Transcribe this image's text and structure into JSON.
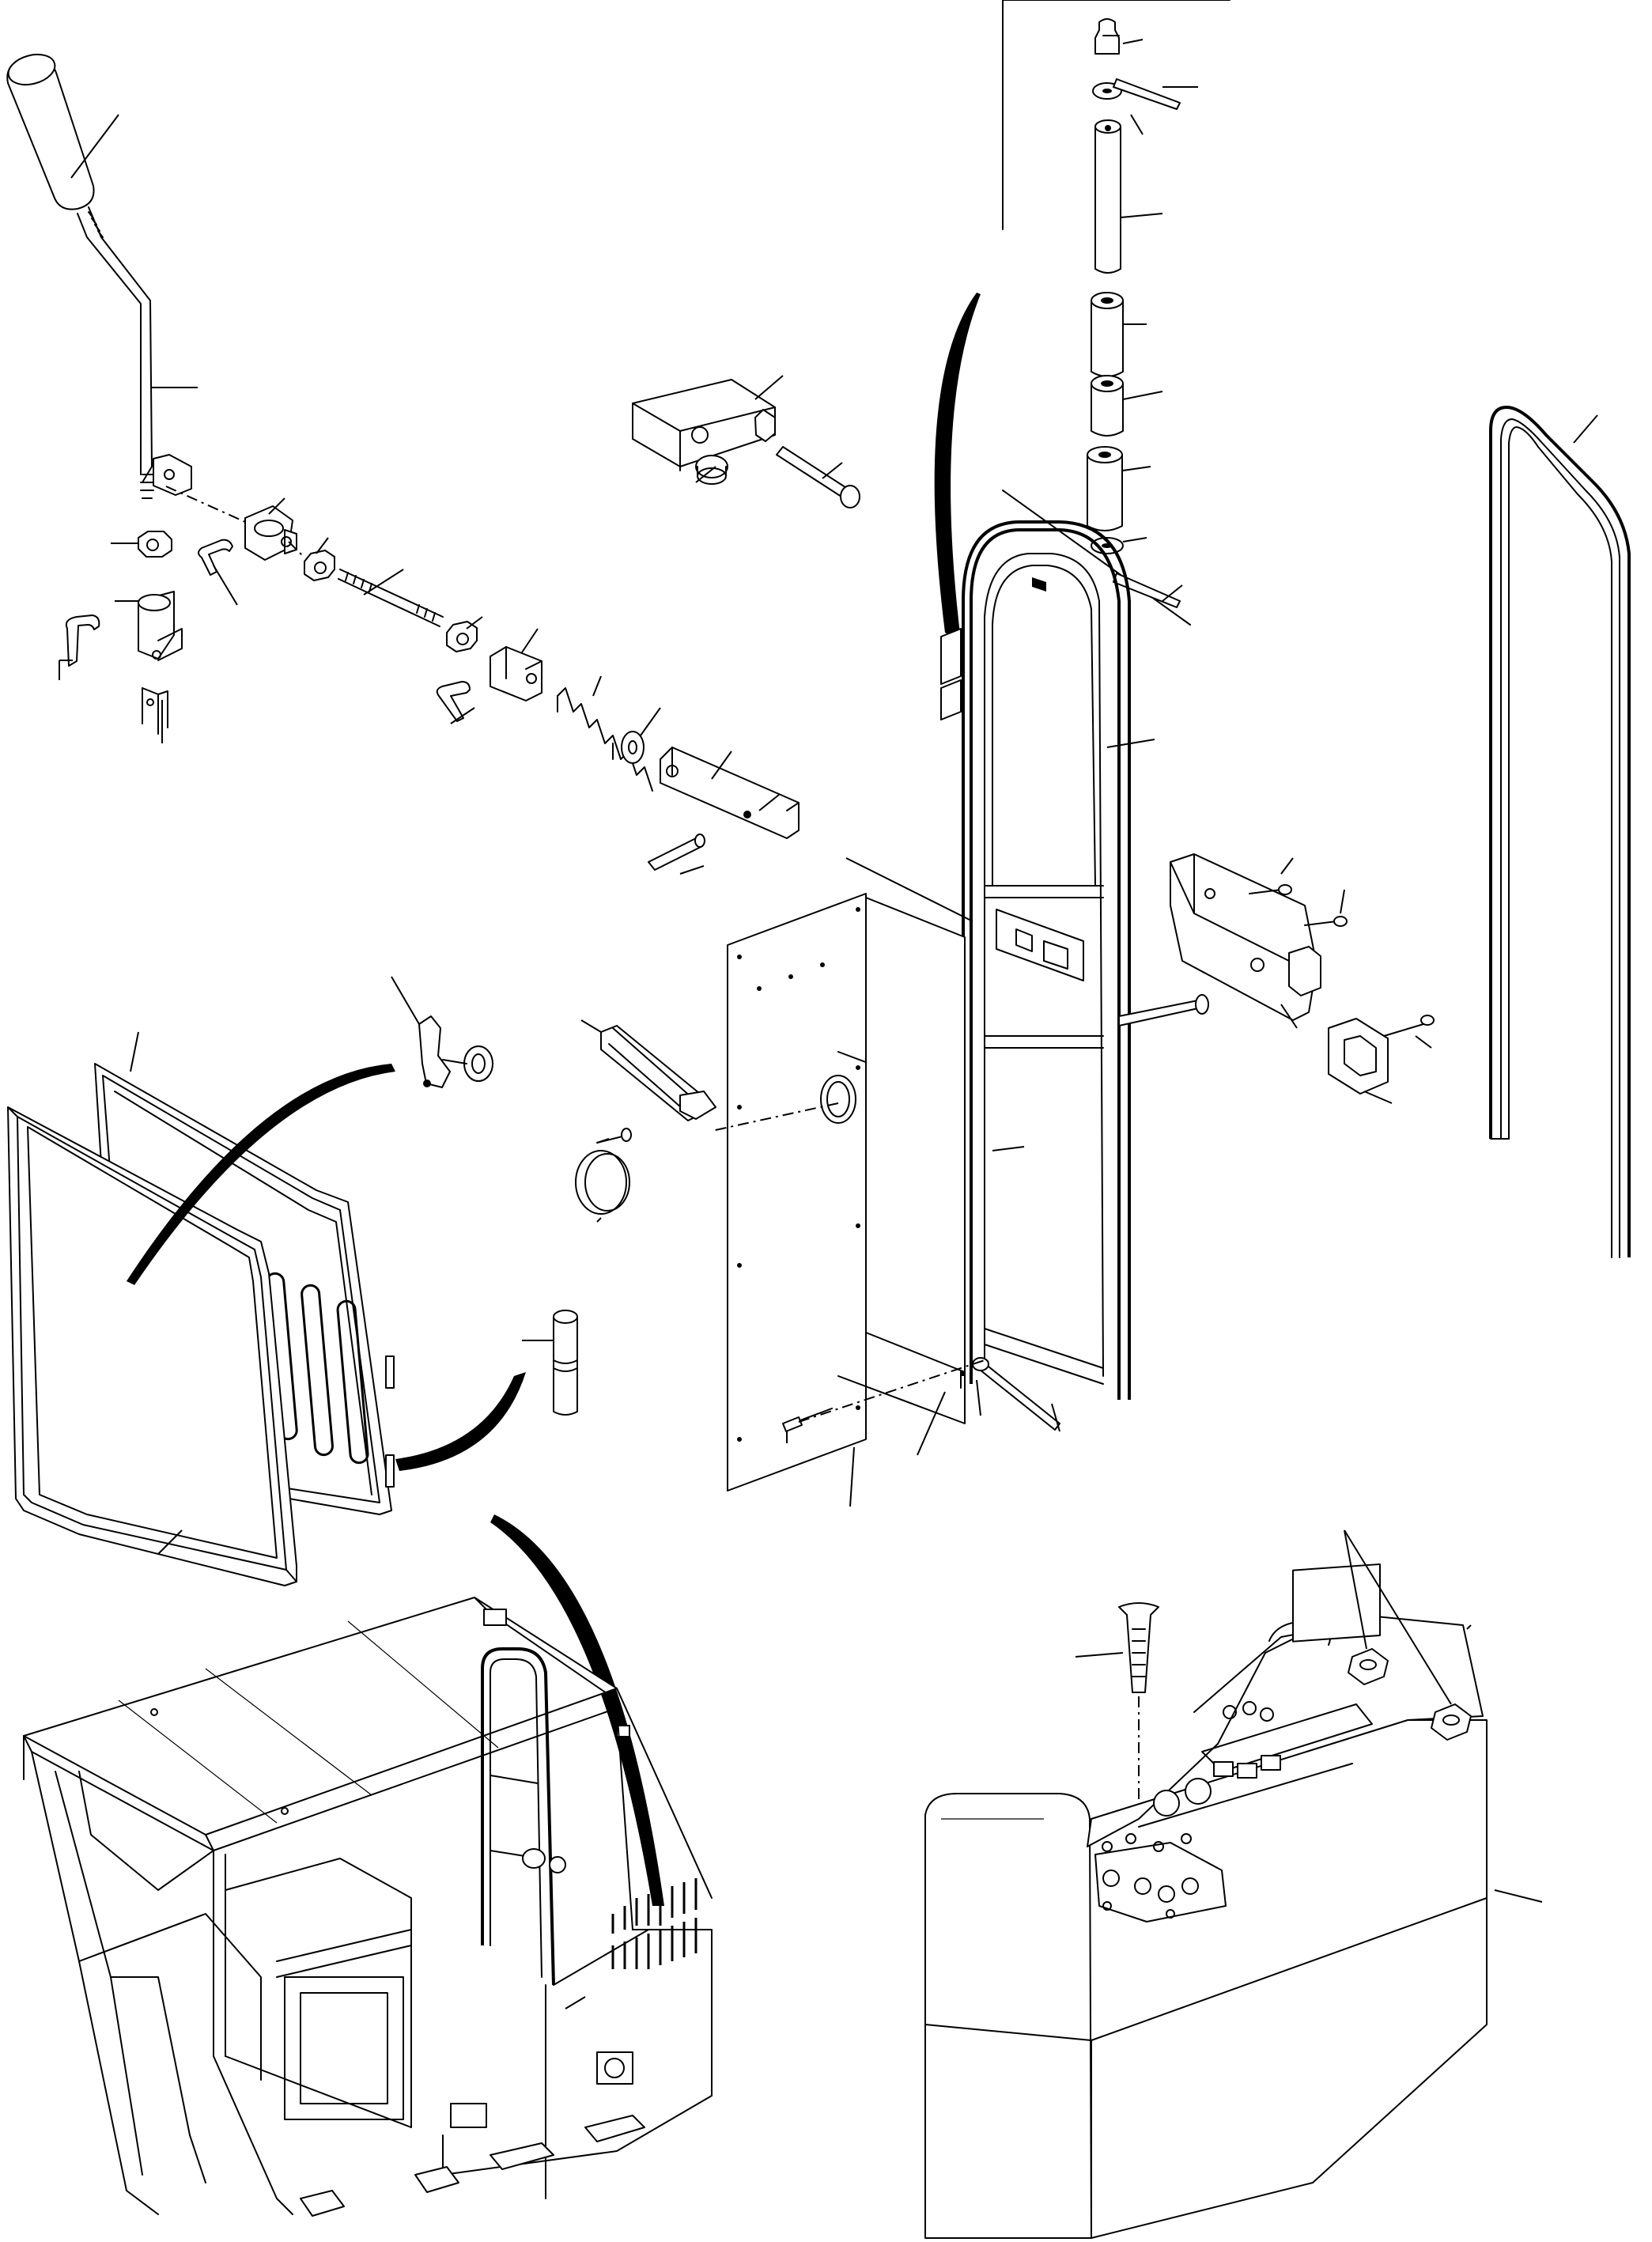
{
  "diagram": {
    "type": "exploded-parts-diagram",
    "text_labels": [],
    "groups": [
      "lever-linkage",
      "locking-block",
      "door-hinge-pin-stack",
      "door-frame",
      "door-weather-seal",
      "door-lock-latch",
      "door-inner-panel",
      "side-window-panels",
      "hinge-pin",
      "cab-assembly",
      "control-console"
    ],
    "icons": {
      "callout_leader": "thin-line",
      "assembly_arrow": "curved-black-arrow"
    },
    "colors": {
      "ink": "#000000",
      "paper": "#ffffff"
    }
  }
}
